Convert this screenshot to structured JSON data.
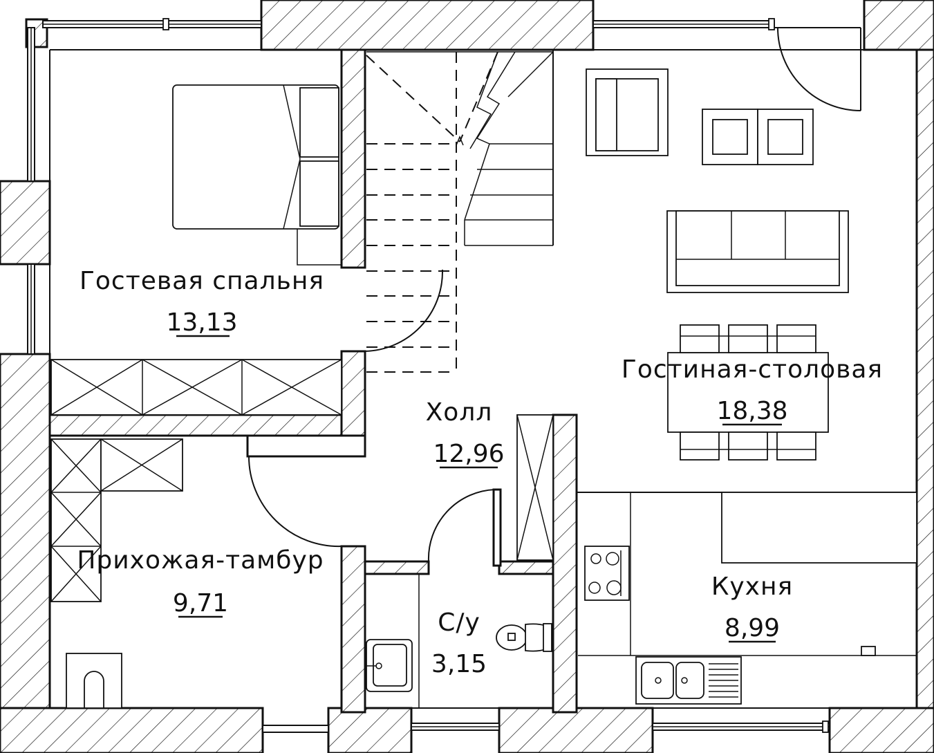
{
  "rooms": [
    {
      "name": "Гостевая спальня",
      "area": "13,13"
    },
    {
      "name": "Холл",
      "area": "12,96"
    },
    {
      "name": "Гостиная-столовая",
      "area": "18,38"
    },
    {
      "name": "Прихожая-тамбур",
      "area": "9,71"
    },
    {
      "name": "С/у",
      "area": "3,15"
    },
    {
      "name": "Кухня",
      "area": "8,99"
    }
  ]
}
